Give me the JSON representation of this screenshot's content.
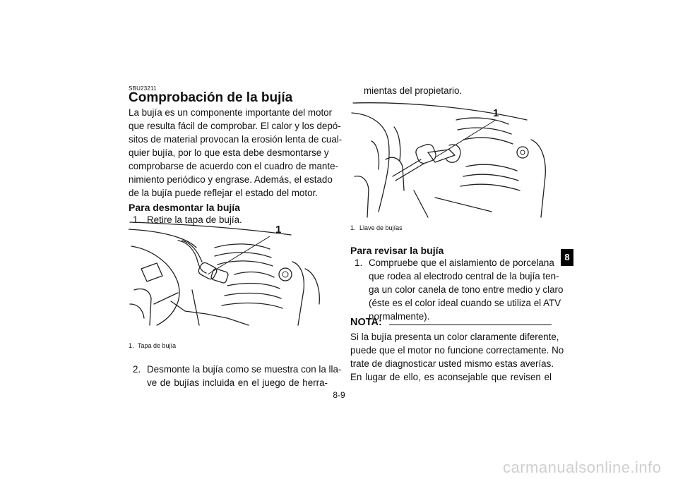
{
  "section_code": "SBU23211",
  "title": "Comprobación de la bujía",
  "intro_lines": [
    "La bujía es un componente importante del motor",
    "que resulta fácil de comprobar. El calor y los depó-",
    "sitos de material provocan la erosión lenta de cual-",
    "quier bujía, por lo que esta debe desmontarse y",
    "comprobarse de acuerdo con el cuadro de mante-",
    "nimiento periódico y engrase. Además, el estado",
    "de la bujía puede reflejar el estado del motor."
  ],
  "remove": {
    "heading": "Para desmontar la bujía",
    "step1_num": "1.",
    "step1": "Retire la tapa de bujía.",
    "figure1_callout": "1",
    "figure1_caption_num": "1.",
    "figure1_caption": "Tapa de bujía",
    "step2_num": "2.",
    "step2_lines": [
      "Desmonte la bujía como se muestra con la lla-",
      "ve de bujías incluida en el juego de herra-",
      "mientas del propietario."
    ],
    "figure2_callout": "1",
    "figure2_caption_num": "1.",
    "figure2_caption": "Llave de bujías"
  },
  "check": {
    "heading": "Para revisar la bujía",
    "step1_num": "1.",
    "step1_lines": [
      "Compruebe que el aislamiento de porcelana",
      "que rodea al electrodo central de la bujía ten-",
      "ga un color canela de tono entre medio y claro",
      "(éste es el color ideal cuando se utiliza el ATV",
      "normalmente)."
    ]
  },
  "note": {
    "label": "NOTA:",
    "lines": [
      "Si la bujía presenta un color claramente diferente,",
      "puede que el motor no funcione correctamente. No",
      "trate de diagnosticar usted mismo estas averías.",
      "En lugar de ello, es aconsejable que revisen el"
    ]
  },
  "chapter_tab": "8",
  "page_number": "8-9",
  "watermark": "carmanualsonline.info"
}
